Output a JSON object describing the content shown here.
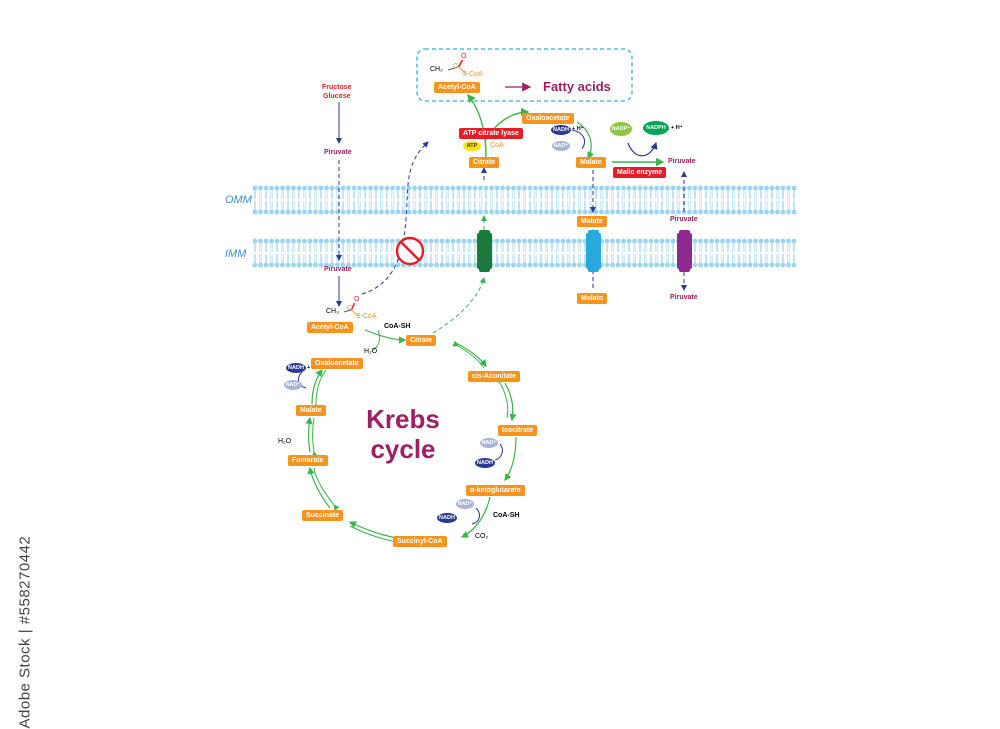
{
  "membranes": {
    "outer_label": "OMM",
    "inner_label": "IMM"
  },
  "cycle_title_line1": "Krebs",
  "cycle_title_line2": "cycle",
  "cytosol": {
    "sugar1": "Fructose",
    "sugar2": "Glucose",
    "pyruvate": "Piruvate",
    "ch3": "CH₂",
    "c": "C",
    "o": "O",
    "scoa": "S-CoA",
    "acetylcoa": "Acetyl-CoA",
    "fatty_acids": "Fatty acids",
    "atp_citrate_lyase": "ATP citrate lyase",
    "atp": "ATP",
    "coa": "CoA",
    "citrate": "Citrate",
    "oxaloacetate": "Oxaloacetate",
    "nadh": "NADH",
    "hplus": "+ H⁺",
    "nad": "NAD⁺",
    "malate": "Malate",
    "nadp": "NADP⁺",
    "nadph": "NADPH",
    "malic_enzyme": "Malic enzyme",
    "pyruvate_out": "Piruvate"
  },
  "transport": {
    "malate_omm": "Malate",
    "pyruvate_omm": "Piruvate",
    "malate_imm": "Malato",
    "pyruvate_imm": "Piruvate",
    "pyruvate_matrix": "Piruvate"
  },
  "matrix": {
    "ch3": "CH₃",
    "c": "C",
    "o": "O",
    "scoa": "S-CoA",
    "acetylcoa": "Acetyl-CoA",
    "coash": "CoA-SH",
    "h2o": "H₂O",
    "citrate": "Citrate",
    "cis_aconitate": "cis-Aconitate",
    "isocitrate": "Isocitrate",
    "nad1": "NAD⁺",
    "nadh1": "NADH",
    "aketo": "α-ketoglutarate",
    "nad2": "NAD⁺",
    "nadh2": "NADH",
    "coash2": "CoA-SH",
    "co2": "CO₂",
    "succinylcoa": "Succinyl-CoA",
    "succinate": "Succinate",
    "fumarate": "Fumarate",
    "h2o2": "H₂O",
    "malate": "Malate",
    "nad3": "NAD⁺",
    "nadh3": "NADH",
    "hplus": "+ H⁺",
    "oxaloacetate": "Oxaloacetate"
  },
  "watermark_side": "Adobe Stock | #558270442",
  "colors": {
    "orange": "#f7941d",
    "red": "#e41e26",
    "purple": "#9e1f63",
    "green_arrow": "#39b54a",
    "navy": "#2b3990",
    "membrane": "#9cd3ef",
    "channel_green": "#1a7a3c",
    "channel_blue": "#29a8e0",
    "channel_purple": "#8e2a8e"
  }
}
